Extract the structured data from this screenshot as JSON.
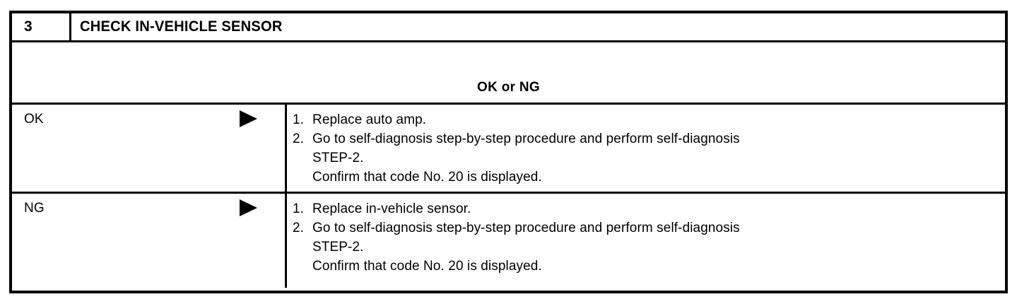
{
  "document": {
    "type": "diagnostic-procedure-table",
    "colors": {
      "text": "#000000",
      "background": "#ffffff",
      "border": "#000000"
    }
  },
  "table": {
    "header": {
      "step_number": "3",
      "step_title": "CHECK IN-VEHICLE SENSOR"
    },
    "judgement": {
      "label": "OK or NG"
    },
    "rows": [
      {
        "result": "OK",
        "arrow_icon": "right-triangle-icon",
        "actions": [
          {
            "number": "1.",
            "lines": [
              "Replace auto amp."
            ]
          },
          {
            "number": "2.",
            "lines": [
              "Go to self-diagnosis step-by-step procedure and perform self-diagnosis",
              "STEP-2.",
              "Confirm that code No. 20 is displayed."
            ]
          }
        ]
      },
      {
        "result": "NG",
        "arrow_icon": "right-triangle-icon",
        "actions": [
          {
            "number": "1.",
            "lines": [
              "Replace in-vehicle sensor."
            ]
          },
          {
            "number": "2.",
            "lines": [
              "Go to self-diagnosis step-by-step procedure and perform self-diagnosis",
              "STEP-2.",
              "Confirm that code No. 20 is displayed."
            ]
          }
        ]
      }
    ]
  }
}
